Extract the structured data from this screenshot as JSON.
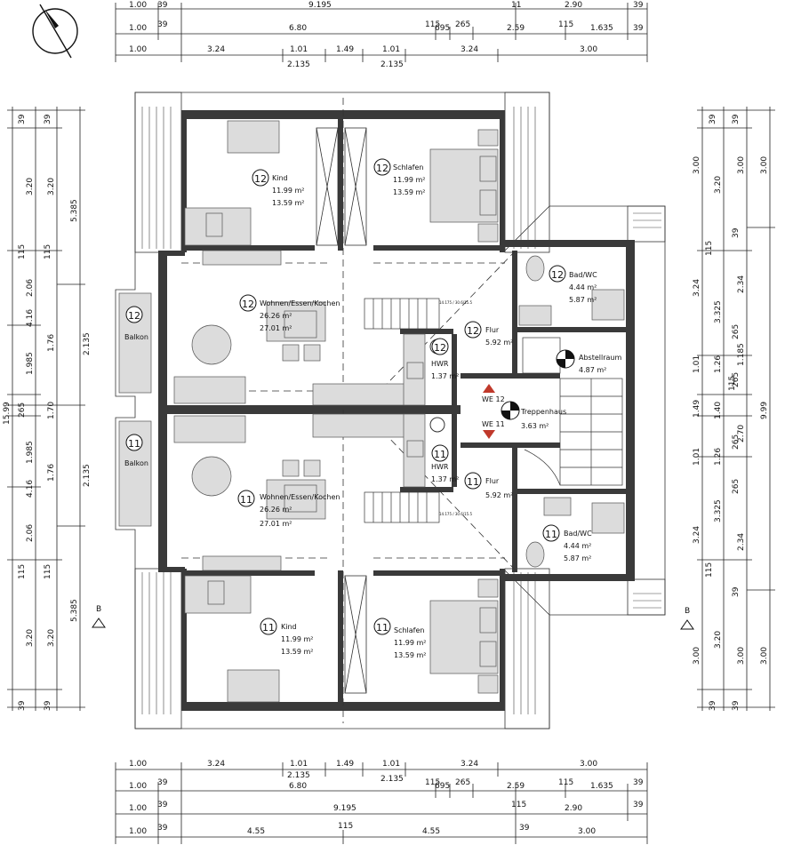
{
  "dimensions_top": [
    {
      "row": "t1",
      "text": "1.00"
    },
    {
      "row": "t1",
      "text": "39"
    },
    {
      "row": "t1",
      "text": "9.195"
    },
    {
      "row": "t1",
      "text": "11"
    },
    {
      "row": "t1",
      "text": "2.90"
    },
    {
      "row": "t1",
      "text": "39"
    },
    {
      "row": "t2",
      "text": "1.00"
    },
    {
      "row": "t2",
      "text": "39"
    },
    {
      "row": "t2",
      "text": "6.80"
    },
    {
      "row": "t2",
      "text": "115"
    },
    {
      "row": "t2",
      "text": "695"
    },
    {
      "row": "t2",
      "text": "265"
    },
    {
      "row": "t2",
      "text": "2.59"
    },
    {
      "row": "t2",
      "text": "115"
    },
    {
      "row": "t2",
      "text": "1.635"
    },
    {
      "row": "t2",
      "text": "39"
    },
    {
      "row": "t3",
      "text": "1.00"
    },
    {
      "row": "t3",
      "text": "3.24"
    },
    {
      "row": "t3",
      "text": "1.01"
    },
    {
      "row": "t3",
      "text": "2.135"
    },
    {
      "row": "t3",
      "text": "1.49"
    },
    {
      "row": "t3",
      "text": "1.01"
    },
    {
      "row": "t3",
      "text": "2.135"
    },
    {
      "row": "t3",
      "text": "3.24"
    },
    {
      "row": "t3",
      "text": "3.00"
    }
  ],
  "dimensions_bottom": [
    {
      "text": "1.00"
    },
    {
      "text": "3.24"
    },
    {
      "text": "1.01"
    },
    {
      "text": "2.135"
    },
    {
      "text": "1.49"
    },
    {
      "text": "1.01"
    },
    {
      "text": "2.135"
    },
    {
      "text": "3.24"
    },
    {
      "text": "3.00"
    },
    {
      "text": "1.00"
    },
    {
      "text": "39"
    },
    {
      "text": "6.80"
    },
    {
      "text": "115"
    },
    {
      "text": "695"
    },
    {
      "text": "265"
    },
    {
      "text": "2.59"
    },
    {
      "text": "115"
    },
    {
      "text": "1.635"
    },
    {
      "text": "39"
    },
    {
      "text": "1.00"
    },
    {
      "text": "39"
    },
    {
      "text": "9.195"
    },
    {
      "text": "115"
    },
    {
      "text": "2.90"
    },
    {
      "text": "39"
    },
    {
      "text": "1.00"
    },
    {
      "text": "39"
    },
    {
      "text": "4.55"
    },
    {
      "text": "115"
    },
    {
      "text": "4.55"
    },
    {
      "text": "39"
    },
    {
      "text": "3.00"
    }
  ],
  "dimensions_left": [
    {
      "text": "39"
    },
    {
      "text": "3.20"
    },
    {
      "text": "115"
    },
    {
      "text": "2.06"
    },
    {
      "text": "4.16"
    },
    {
      "text": "1.985"
    },
    {
      "text": "265"
    },
    {
      "text": "1.985"
    },
    {
      "text": "4.16"
    },
    {
      "text": "2.06"
    },
    {
      "text": "115"
    },
    {
      "text": "3.20"
    },
    {
      "text": "39"
    },
    {
      "text": "39"
    },
    {
      "text": "3.20"
    },
    {
      "text": "115"
    },
    {
      "text": "1.76"
    },
    {
      "text": "1.70"
    },
    {
      "text": "1.76"
    },
    {
      "text": "115"
    },
    {
      "text": "3.20"
    },
    {
      "text": "39"
    },
    {
      "text": "5.385"
    },
    {
      "text": "2.135"
    },
    {
      "text": "2.135"
    },
    {
      "text": "5.385"
    },
    {
      "text": "15.99"
    }
  ],
  "dimensions_right": [
    {
      "text": "39"
    },
    {
      "text": "3.00"
    },
    {
      "text": "115"
    },
    {
      "text": "3.24"
    },
    {
      "text": "1.01"
    },
    {
      "text": "1.49"
    },
    {
      "text": "1.01"
    },
    {
      "text": "3.24"
    },
    {
      "text": "115"
    },
    {
      "text": "3.00"
    },
    {
      "text": "39"
    },
    {
      "text": "39"
    },
    {
      "text": "3.20"
    },
    {
      "text": "39"
    },
    {
      "text": "3.325"
    },
    {
      "text": "265"
    },
    {
      "text": "1.26"
    },
    {
      "text": "265"
    },
    {
      "text": "1.40"
    },
    {
      "text": "265"
    },
    {
      "text": "1.26"
    },
    {
      "text": "265"
    },
    {
      "text": "3.325"
    },
    {
      "text": "39"
    },
    {
      "text": "3.20"
    },
    {
      "text": "39"
    },
    {
      "text": "3.00"
    },
    {
      "text": "2.34"
    },
    {
      "text": "1.185"
    },
    {
      "text": "115"
    },
    {
      "text": "2.70"
    },
    {
      "text": "2.34"
    },
    {
      "text": "3.00"
    },
    {
      "text": "3.00"
    },
    {
      "text": "9.99"
    },
    {
      "text": "3.00"
    }
  ],
  "rooms": [
    {
      "unit": "12",
      "name": "Kind",
      "a1": "11.99 m²",
      "a2": "13.59 m²"
    },
    {
      "unit": "12",
      "name": "Schlafen",
      "a1": "11.99 m²",
      "a2": "13.59 m²"
    },
    {
      "unit": "12",
      "name": "Wohnen/Essen/Kochen",
      "a1": "26.26 m²",
      "a2": "27.01 m²"
    },
    {
      "unit": "12",
      "name": "Balkon",
      "a1": "",
      "a2": ""
    },
    {
      "unit": "12",
      "name": "HWR",
      "a1": "1.37 m²",
      "a2": ""
    },
    {
      "unit": "12",
      "name": "Flur",
      "a1": "5.92 m²",
      "a2": ""
    },
    {
      "unit": "12",
      "name": "Bad/WC",
      "a1": "4.44 m²",
      "a2": "5.87 m²"
    },
    {
      "unit": "",
      "name": "Abstellraum",
      "a1": "4.87 m²",
      "a2": ""
    },
    {
      "unit": "",
      "name": "Treppenhaus",
      "a1": "3.63 m²",
      "a2": ""
    },
    {
      "unit": "11",
      "name": "Balkon",
      "a1": "",
      "a2": ""
    },
    {
      "unit": "11",
      "name": "HWR",
      "a1": "1.37 m²",
      "a2": ""
    },
    {
      "unit": "11",
      "name": "Wohnen/Essen/Kochen",
      "a1": "26.26 m²",
      "a2": "27.01 m²"
    },
    {
      "unit": "11",
      "name": "Flur",
      "a1": "5.92 m²",
      "a2": ""
    },
    {
      "unit": "11",
      "name": "Bad/WC",
      "a1": "4.44 m²",
      "a2": "5.87 m²"
    },
    {
      "unit": "11",
      "name": "Kind",
      "a1": "11.99 m²",
      "a2": "13.59 m²"
    },
    {
      "unit": "11",
      "name": "Schlafen",
      "a1": "11.99 m²",
      "a2": "13.59 m²"
    }
  ],
  "unit_markers": {
    "we12": "WE 12",
    "we11": "WE 11"
  },
  "stair_notes": {
    "upper": "14.175 / 30.6/15.5",
    "lower": "14.175 / 30.6/15.5"
  },
  "section_marks": {
    "left": "B",
    "right": "B"
  }
}
